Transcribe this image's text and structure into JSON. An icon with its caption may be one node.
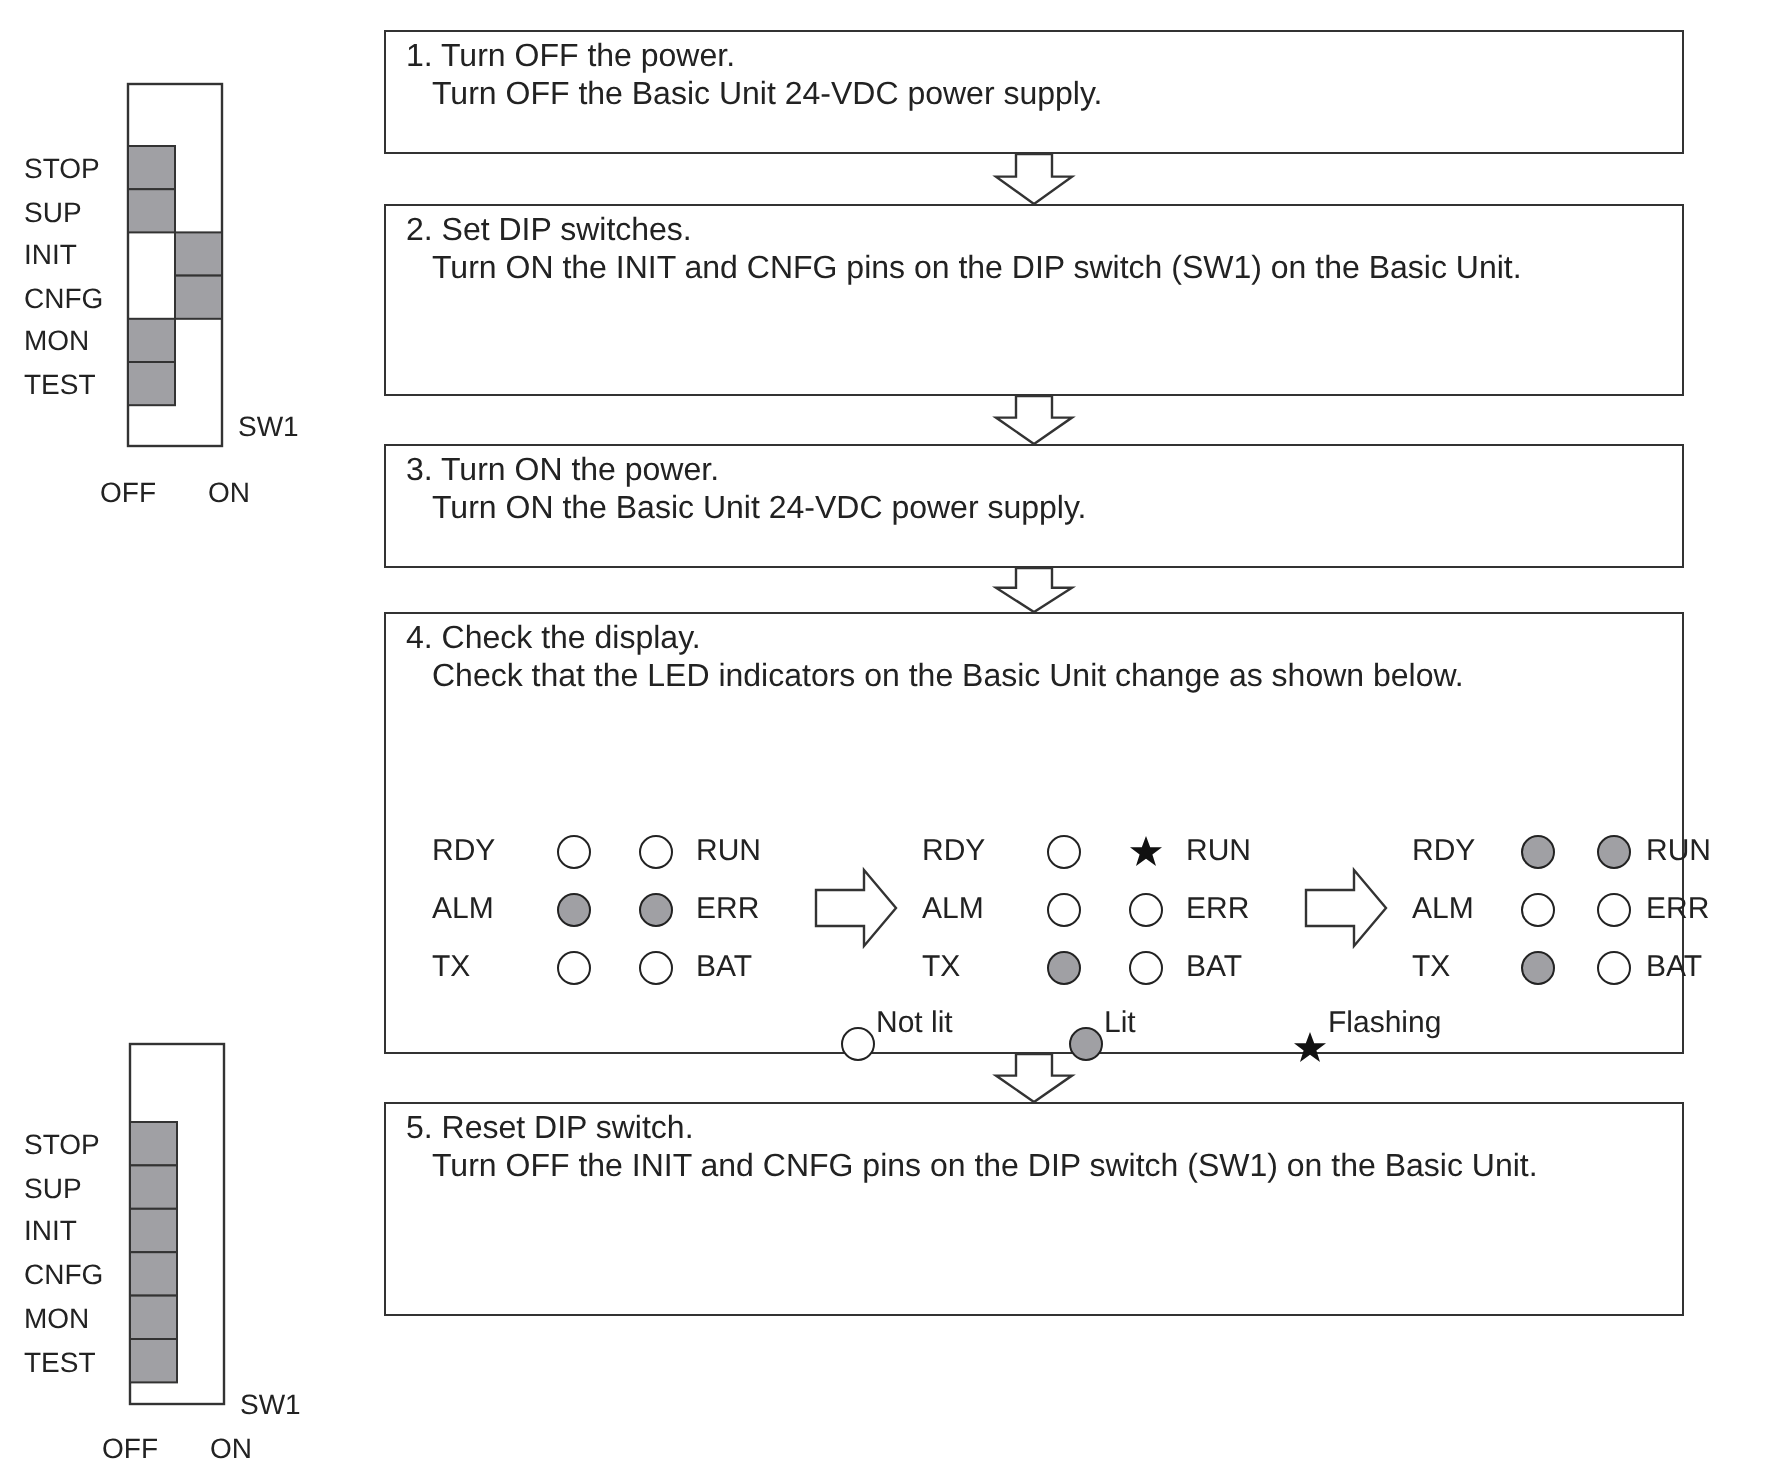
{
  "diagram": {
    "nodes": [
      {
        "text": [
          "1. Turn OFF the power.",
          "Turn OFF the Basic Unit 24-VDC power supply."
        ]
      },
      {
        "text": [
          "2. Set DIP switches.",
          "Turn ON the INIT and CNFG pins on the DIP switch (SW1) on the Basic Unit."
        ]
      },
      {
        "text": [
          "3. Turn ON the power.",
          "Turn ON the Basic Unit 24-VDC power supply."
        ]
      },
      {
        "text": [
          "4. Check the display.",
          "Check that the LED indicators on the Basic Unit change as shown below."
        ]
      },
      {
        "text": [
          "RDY",
          "RUN",
          "ALM",
          "ERR",
          "TX",
          "BAT"
        ],
        "in": 3
      },
      {
        "text": [
          "RDY",
          "RUN",
          "ALM",
          "ERR",
          "TX",
          "BAT"
        ],
        "in": 3
      },
      {
        "text": [
          "RDY",
          "RUN",
          "ALM",
          "ERR",
          "TX",
          "BAT"
        ],
        "in": 3
      },
      {
        "text": [
          "5. Reset DIP switch.",
          "Turn OFF the INIT and CNFG pins on the DIP switch (SW1) on the Basic Unit."
        ]
      }
    ],
    "edges": [
      {
        "from": 0,
        "to": 1,
        "arrow": "to"
      },
      {
        "from": 1,
        "to": 2,
        "arrow": "to"
      },
      {
        "from": 2,
        "to": 3,
        "arrow": "to"
      },
      {
        "from": 3,
        "to": 7,
        "arrow": "to"
      },
      {
        "from": 4,
        "to": 5,
        "arrow": "to"
      },
      {
        "from": 5,
        "to": 6,
        "arrow": "to"
      }
    ],
    "labels": [
      "STOP",
      "SUP",
      "INIT",
      "CNFG",
      "MON",
      "TEST",
      "SW1",
      "OFF",
      "ON",
      "STOP",
      "SUP",
      "INIT",
      "CNFG",
      "MON",
      "TEST",
      "SW1",
      "OFF",
      "ON"
    ],
    "legend": [
      {
        "text": "Not lit"
      },
      {
        "text": "Lit"
      },
      {
        "text": "Flashing"
      }
    ]
  }
}
